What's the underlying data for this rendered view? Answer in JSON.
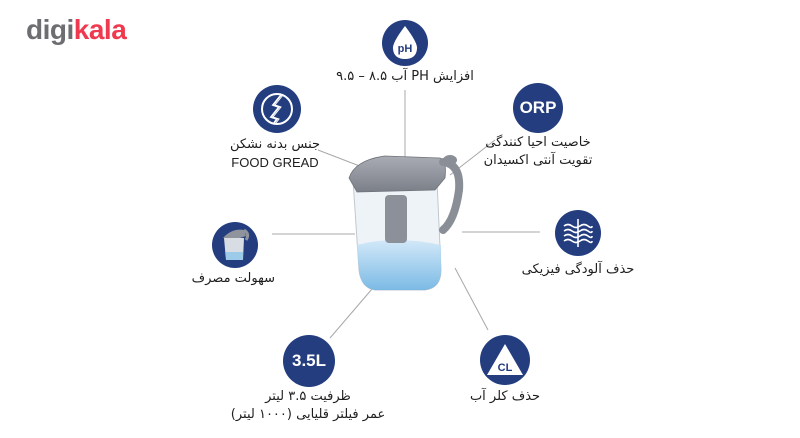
{
  "brand": {
    "logo_part1": "digi",
    "logo_part2": "kala",
    "colors": {
      "gray": "#6d6e71",
      "red": "#ef394e"
    }
  },
  "accent_color": "#233d7f",
  "features": {
    "ph": {
      "icon": "ph-drop-icon",
      "icon_text": "pH",
      "label": "افزایش PH آب ۸.۵ – ۹.۵"
    },
    "orp": {
      "icon": "orp-icon",
      "icon_text": "ORP",
      "label_line1": "خاصیت احیا کنندگی",
      "label_line2": "تقویت آنتی اکسیدان"
    },
    "food_grade": {
      "icon": "cracked-shield-icon",
      "label_line1": "جنس بدنه نشکن",
      "label_line2": "FOOD GREAD"
    },
    "ease_of_use": {
      "icon": "pitcher-icon",
      "label": "سهولت مصرف"
    },
    "physical_filter": {
      "icon": "water-filter-icon",
      "label": "حذف آلودگی فیزیکی"
    },
    "capacity": {
      "icon": "capacity-icon",
      "icon_text": "3.5L",
      "label_line1": "ظرفیت ۳.۵ لیتر",
      "label_line2": "عمر فیلتر قلیایی (۱۰۰۰ لیتر)"
    },
    "chlorine": {
      "icon": "chlorine-triangle-icon",
      "icon_text": "CL",
      "label": "حذف کلر آب"
    }
  }
}
